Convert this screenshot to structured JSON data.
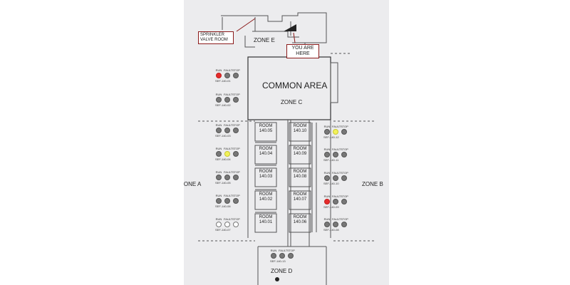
{
  "colors": {
    "panel": "#ececee",
    "red": "#e52b2b",
    "yellow": "#f2f25a",
    "callout_border": "#8b1a1a"
  },
  "labels": {
    "sprinkler_line1": "SPRINKLER",
    "sprinkler_line2": "VALVE ROOM",
    "zone_e": "ZONE E",
    "you_are_line1": "YOU ARE",
    "you_are_line2": "HERE",
    "common_area": "COMMON AREA",
    "zone_c": "ZONE C",
    "zone_a": "ZONE A",
    "zone_b": "ZONE B",
    "zone_d": "ZONE D"
  },
  "indicator_captions": {
    "run": "RUN",
    "fault": "FAULT",
    "stop": "STOP"
  },
  "indicators": [
    {
      "tag": "SEF-140-01",
      "run": "red",
      "fault": "grey",
      "stop": "grey"
    },
    {
      "tag": "SEF-140-02",
      "run": "grey",
      "fault": "grey",
      "stop": "grey"
    },
    {
      "tag": "SEF-140-03",
      "run": "grey",
      "fault": "grey",
      "stop": "grey"
    },
    {
      "tag": "SEF-140-04",
      "run": "grey",
      "fault": "yellow",
      "stop": "grey"
    },
    {
      "tag": "SEF-140-05",
      "run": "grey",
      "fault": "grey",
      "stop": "grey"
    },
    {
      "tag": "SEF-140-06",
      "run": "grey",
      "fault": "grey",
      "stop": "grey"
    },
    {
      "tag": "SEF-140-07",
      "run": "off",
      "fault": "off",
      "stop": "off"
    },
    {
      "tag": "SEF-140-12",
      "run": "grey",
      "fault": "yellow",
      "stop": "grey"
    },
    {
      "tag": "SEF-140-11",
      "run": "grey",
      "fault": "grey",
      "stop": "grey"
    },
    {
      "tag": "SEF-140-10",
      "run": "grey",
      "fault": "grey",
      "stop": "grey"
    },
    {
      "tag": "SEF-140-09",
      "run": "red",
      "fault": "grey",
      "stop": "grey"
    },
    {
      "tag": "SEF-140-08",
      "run": "grey",
      "fault": "grey",
      "stop": "grey"
    },
    {
      "tag": "SEF-140-13",
      "run": "grey",
      "fault": "grey",
      "stop": "grey"
    }
  ],
  "rooms": [
    {
      "line1": "ROOM",
      "line2": "140.05"
    },
    {
      "line1": "ROOM",
      "line2": "140.04"
    },
    {
      "line1": "ROOM",
      "line2": "140.03"
    },
    {
      "line1": "ROOM",
      "line2": "140.02"
    },
    {
      "line1": "ROOM",
      "line2": "140.01"
    },
    {
      "line1": "ROOM",
      "line2": "140.10"
    },
    {
      "line1": "ROOM",
      "line2": "140.09"
    },
    {
      "line1": "ROOM",
      "line2": "140.08"
    },
    {
      "line1": "ROOM",
      "line2": "140.07"
    },
    {
      "line1": "ROOM",
      "line2": "140.06"
    }
  ]
}
